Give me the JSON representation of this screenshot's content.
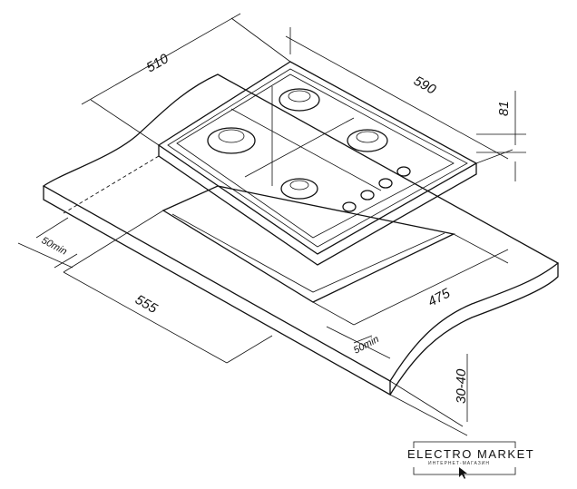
{
  "dimensions": {
    "hob_depth": "510",
    "hob_width": "590",
    "hob_height": "81",
    "min_side_gap_left": "50min",
    "cutout_width": "555",
    "cutout_depth": "475",
    "min_front_gap": "50min",
    "countertop_thickness": "30-40"
  },
  "logo": {
    "name": "ELECTRO MARKET",
    "tagline": "ИНТЕРНЕТ-МАГАЗИН"
  }
}
